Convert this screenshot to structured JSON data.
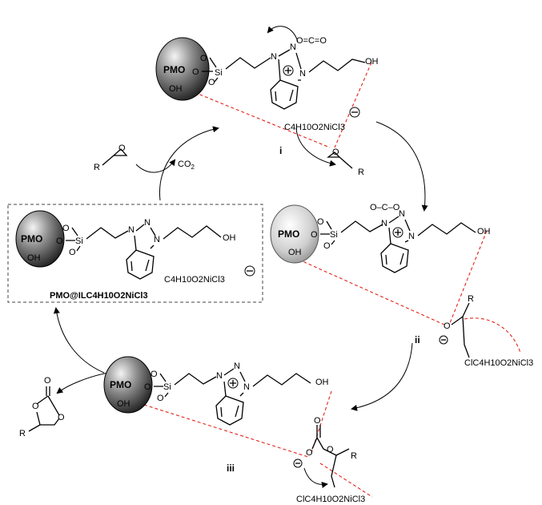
{
  "labels": {
    "co2_released": "O=C=O",
    "co2_added": "CO",
    "co2_added_sub": "2",
    "catalyst_name": "PMO@ILC4H10O2NiCl3",
    "step_i": "i",
    "step_ii": "ii",
    "step_iii": "iii",
    "pmo": "PMO",
    "oh": "OH",
    "o": "O",
    "si": "Si",
    "n": "N",
    "r": "R",
    "carbonate_ion": "O–C–O",
    "anion_formula": "C4H10O2NiCl3",
    "chain_anion": "ClC4H10O2NiCl3"
  },
  "colors": {
    "interaction_dash": "#e2231a",
    "hydroxyl_text": "#1f3c9b",
    "bond": "#000000"
  }
}
